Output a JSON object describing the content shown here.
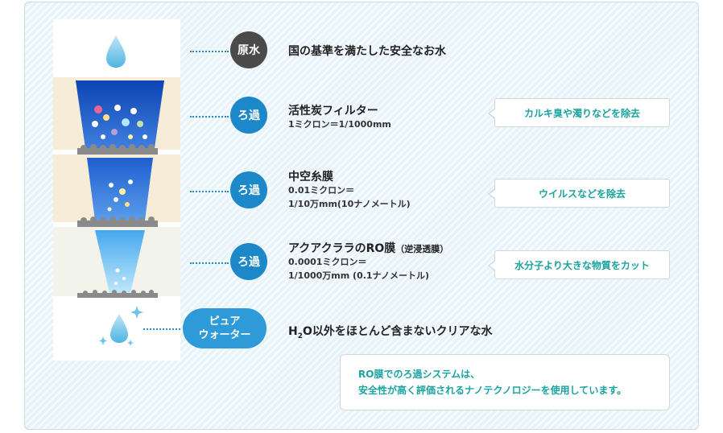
{
  "stages": [
    {
      "badge": "原水",
      "title": "国の基準を満たした安全なお水"
    },
    {
      "badge": "ろ過",
      "title": "活性炭フィルター",
      "sub1": "1ミクロン＝1/1000mm",
      "callout": "カルキ臭や濁りなどを除去"
    },
    {
      "badge": "ろ過",
      "title": "中空糸膜",
      "sub1": "0.01ミクロン＝",
      "sub2": "1/10万mm(10ナノメートル)",
      "callout": "ウイルスなどを除去"
    },
    {
      "badge": "ろ過",
      "title": "アクアクララのRO膜",
      "title_small": "（逆浸透膜）",
      "sub1": "0.0001ミクロン＝",
      "sub2": "1/1000万mm (0.1ナノメートル)",
      "callout": "水分子より大きな物質をカット"
    }
  ],
  "pure": {
    "badge_line1": "ピュア",
    "badge_line2": "ウォーター",
    "title_h": "H",
    "title_sub": "2",
    "title_rest": "O以外をほとんど含まないクリアな水"
  },
  "note": {
    "line1": "RO膜でのろ過システムは、",
    "line2": "安全性が高く評価されるナノテクノロジーを使用しています。"
  },
  "colors": {
    "filter_blue": "#1c87c9",
    "raw_badge": "#4a4a4a",
    "callout_text": "#1aa3a0",
    "pure_badge": "#2f9ad8"
  }
}
